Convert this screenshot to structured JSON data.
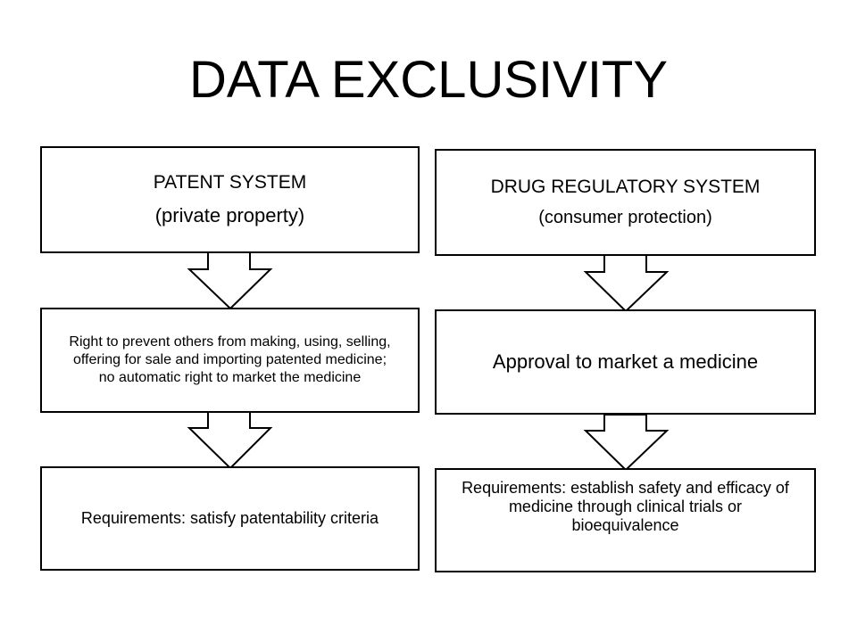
{
  "title": "DATA EXCLUSIVITY",
  "left": {
    "box1": {
      "line1": "PATENT SYSTEM",
      "line2": "(private property)"
    },
    "box2": {
      "text": "Right to prevent others from making, using, selling, offering for sale and importing patented medicine; no automatic right to market the medicine"
    },
    "box3": {
      "text": "Requirements: satisfy patentability criteria"
    }
  },
  "right": {
    "box1": {
      "line1": "DRUG REGULATORY SYSTEM",
      "line2": "(consumer protection)"
    },
    "box2": {
      "text": "Approval to market a medicine"
    },
    "box3": {
      "text": "Requirements: establish safety and efficacy of medicine through clinical trials or bioequivalence"
    }
  }
}
